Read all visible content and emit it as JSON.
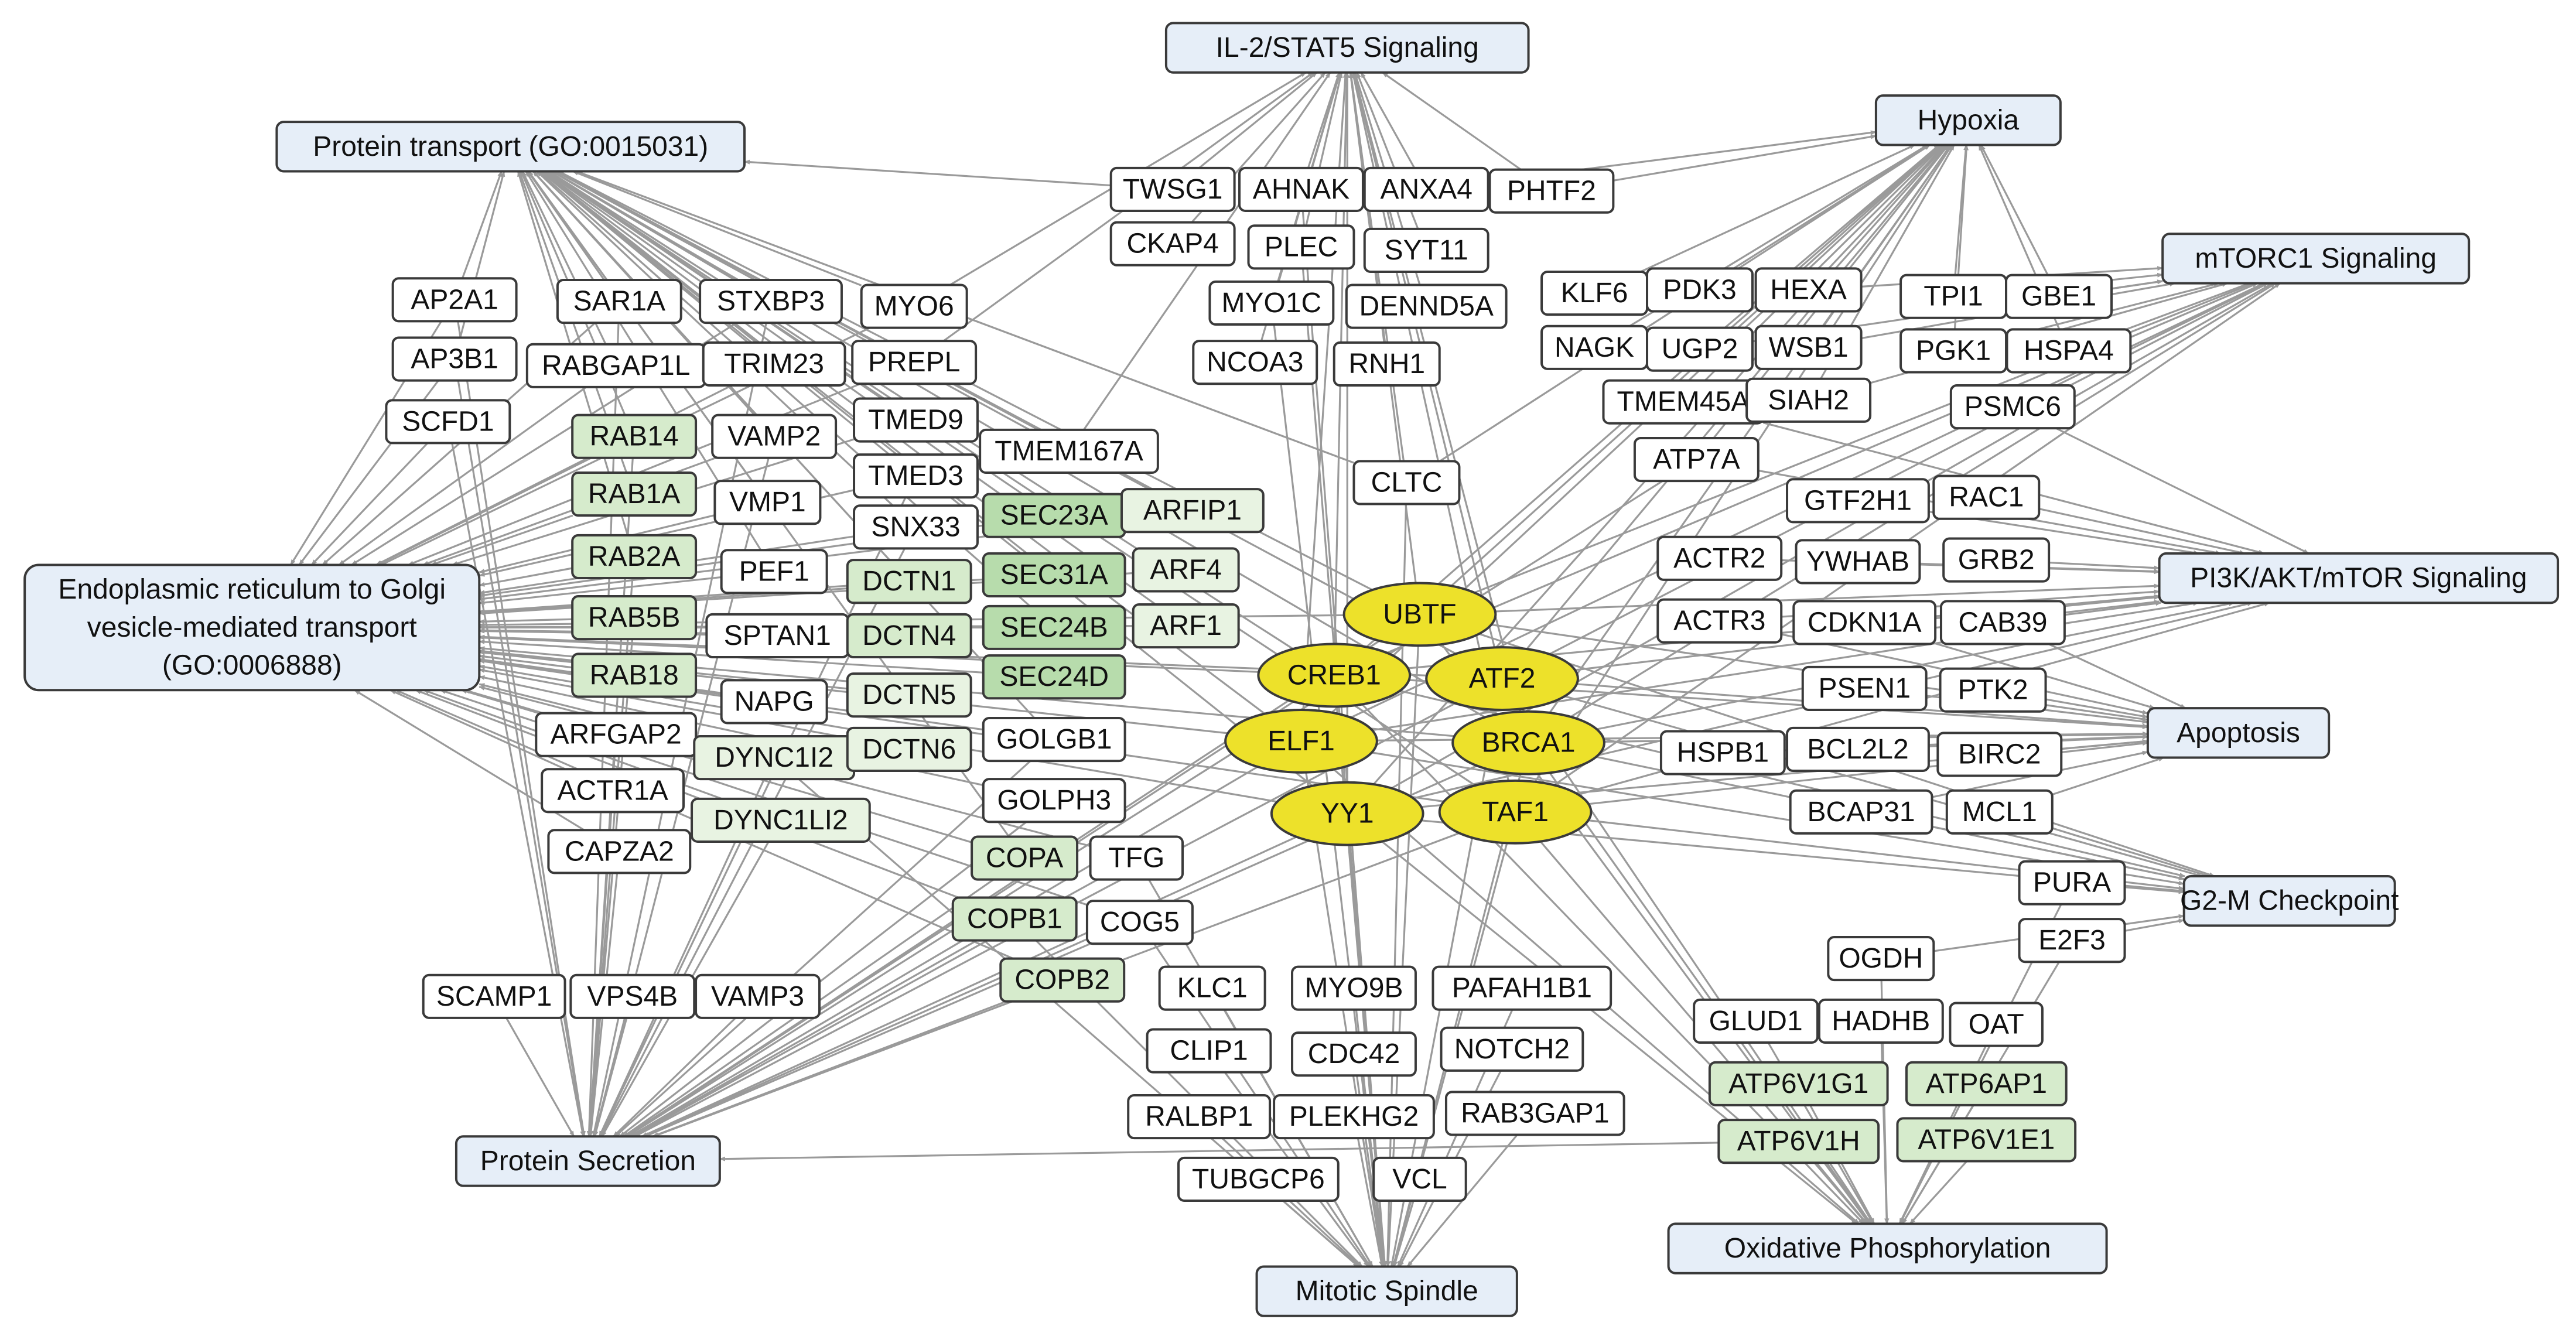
{
  "colors": {
    "edge": "#9a9a9a",
    "pathway_fill": "#e6eef8",
    "gene_white": "#ffffff",
    "gene_light_green": "#e8f3e2",
    "gene_green": "#d6ebcc",
    "gene_dark_green": "#b7dcac",
    "tf_fill": "#ede12a",
    "stroke": "#3a3a3a"
  },
  "pathways": [
    {
      "id": "il2",
      "lines": [
        "IL-2/STAT5 Signaling"
      ]
    },
    {
      "id": "prottrans",
      "lines": [
        "Protein transport (GO:0015031)"
      ]
    },
    {
      "id": "hypoxia",
      "lines": [
        "Hypoxia"
      ]
    },
    {
      "id": "mtorc1",
      "lines": [
        "mTORC1 Signaling"
      ]
    },
    {
      "id": "er",
      "lines": [
        "Endoplasmic reticulum to Golgi",
        "vesicle-mediated transport",
        "(GO:0006888)"
      ]
    },
    {
      "id": "pi3k",
      "lines": [
        "PI3K/AKT/mTOR  Signaling"
      ]
    },
    {
      "id": "apoptosis",
      "lines": [
        "Apoptosis"
      ]
    },
    {
      "id": "g2m",
      "lines": [
        "G2-M Checkpoint"
      ]
    },
    {
      "id": "secretion",
      "lines": [
        "Protein Secretion"
      ]
    },
    {
      "id": "mitotic",
      "lines": [
        "Mitotic Spindle"
      ]
    },
    {
      "id": "oxphos",
      "lines": [
        "Oxidative Phosphorylation"
      ]
    }
  ],
  "tfs": [
    "UBTF",
    "CREB1",
    "ATF2",
    "ELF1",
    "BRCA1",
    "YY1",
    "TAF1"
  ],
  "genes": [
    {
      "name": "AP2A1",
      "tone": "white"
    },
    {
      "name": "AP3B1",
      "tone": "white"
    },
    {
      "name": "SCFD1",
      "tone": "white"
    },
    {
      "name": "SAR1A",
      "tone": "white"
    },
    {
      "name": "STXBP3",
      "tone": "white"
    },
    {
      "name": "MYO6",
      "tone": "white"
    },
    {
      "name": "RABGAP1L",
      "tone": "white"
    },
    {
      "name": "TRIM23",
      "tone": "white"
    },
    {
      "name": "PREPL",
      "tone": "white"
    },
    {
      "name": "RAB14",
      "tone": "green"
    },
    {
      "name": "VAMP2",
      "tone": "white"
    },
    {
      "name": "TMED9",
      "tone": "white"
    },
    {
      "name": "TMEM167A",
      "tone": "white"
    },
    {
      "name": "RAB1A",
      "tone": "green"
    },
    {
      "name": "VMP1",
      "tone": "white"
    },
    {
      "name": "TMED3",
      "tone": "white"
    },
    {
      "name": "SNX33",
      "tone": "white"
    },
    {
      "name": "SEC23A",
      "tone": "dark"
    },
    {
      "name": "ARFIP1",
      "tone": "light"
    },
    {
      "name": "RAB2A",
      "tone": "green"
    },
    {
      "name": "PEF1",
      "tone": "white"
    },
    {
      "name": "DCTN1",
      "tone": "green"
    },
    {
      "name": "SEC31A",
      "tone": "dark"
    },
    {
      "name": "ARF4",
      "tone": "light"
    },
    {
      "name": "RAB5B",
      "tone": "green"
    },
    {
      "name": "SPTAN1",
      "tone": "white"
    },
    {
      "name": "DCTN4",
      "tone": "green"
    },
    {
      "name": "SEC24B",
      "tone": "dark"
    },
    {
      "name": "ARF1",
      "tone": "light"
    },
    {
      "name": "RAB18",
      "tone": "green"
    },
    {
      "name": "NAPG",
      "tone": "white"
    },
    {
      "name": "DCTN5",
      "tone": "light"
    },
    {
      "name": "SEC24D",
      "tone": "dark"
    },
    {
      "name": "ARFGAP2",
      "tone": "white"
    },
    {
      "name": "DYNC1I2",
      "tone": "light"
    },
    {
      "name": "DCTN6",
      "tone": "light"
    },
    {
      "name": "GOLGB1",
      "tone": "white"
    },
    {
      "name": "ACTR1A",
      "tone": "white"
    },
    {
      "name": "DYNC1LI2",
      "tone": "light"
    },
    {
      "name": "GOLPH3",
      "tone": "white"
    },
    {
      "name": "CAPZA2",
      "tone": "white"
    },
    {
      "name": "COPA",
      "tone": "green"
    },
    {
      "name": "TFG",
      "tone": "white"
    },
    {
      "name": "COPB1",
      "tone": "green"
    },
    {
      "name": "COG5",
      "tone": "white"
    },
    {
      "name": "COPB2",
      "tone": "green"
    },
    {
      "name": "SCAMP1",
      "tone": "white"
    },
    {
      "name": "VPS4B",
      "tone": "white"
    },
    {
      "name": "VAMP3",
      "tone": "white"
    },
    {
      "name": "TWSG1",
      "tone": "white"
    },
    {
      "name": "AHNAK",
      "tone": "white"
    },
    {
      "name": "ANXA4",
      "tone": "white"
    },
    {
      "name": "PHTF2",
      "tone": "white"
    },
    {
      "name": "CKAP4",
      "tone": "white"
    },
    {
      "name": "PLEC",
      "tone": "white"
    },
    {
      "name": "SYT11",
      "tone": "white"
    },
    {
      "name": "MYO1C",
      "tone": "white"
    },
    {
      "name": "DENND5A",
      "tone": "white"
    },
    {
      "name": "NCOA3",
      "tone": "white"
    },
    {
      "name": "RNH1",
      "tone": "white"
    },
    {
      "name": "CLTC",
      "tone": "white"
    },
    {
      "name": "KLF6",
      "tone": "white"
    },
    {
      "name": "PDK3",
      "tone": "white"
    },
    {
      "name": "HEXA",
      "tone": "white"
    },
    {
      "name": "NAGK",
      "tone": "white"
    },
    {
      "name": "UGP2",
      "tone": "white"
    },
    {
      "name": "WSB1",
      "tone": "white"
    },
    {
      "name": "TMEM45A",
      "tone": "white"
    },
    {
      "name": "SIAH2",
      "tone": "white"
    },
    {
      "name": "ATP7A",
      "tone": "white"
    },
    {
      "name": "TPI1",
      "tone": "white"
    },
    {
      "name": "GBE1",
      "tone": "white"
    },
    {
      "name": "PGK1",
      "tone": "white"
    },
    {
      "name": "HSPA4",
      "tone": "white"
    },
    {
      "name": "PSMC6",
      "tone": "white"
    },
    {
      "name": "GTF2H1",
      "tone": "white"
    },
    {
      "name": "RAC1",
      "tone": "white"
    },
    {
      "name": "ACTR2",
      "tone": "white"
    },
    {
      "name": "YWHAB",
      "tone": "white"
    },
    {
      "name": "GRB2",
      "tone": "white"
    },
    {
      "name": "ACTR3",
      "tone": "white"
    },
    {
      "name": "CDKN1A",
      "tone": "white"
    },
    {
      "name": "CAB39",
      "tone": "white"
    },
    {
      "name": "PSEN1",
      "tone": "white"
    },
    {
      "name": "PTK2",
      "tone": "white"
    },
    {
      "name": "HSPB1",
      "tone": "white"
    },
    {
      "name": "BCL2L2",
      "tone": "white"
    },
    {
      "name": "BIRC2",
      "tone": "white"
    },
    {
      "name": "BCAP31",
      "tone": "white"
    },
    {
      "name": "MCL1",
      "tone": "white"
    },
    {
      "name": "PURA",
      "tone": "white"
    },
    {
      "name": "E2F3",
      "tone": "white"
    },
    {
      "name": "OGDH",
      "tone": "white"
    },
    {
      "name": "GLUD1",
      "tone": "white"
    },
    {
      "name": "HADHB",
      "tone": "white"
    },
    {
      "name": "OAT",
      "tone": "white"
    },
    {
      "name": "ATP6V1G1",
      "tone": "green"
    },
    {
      "name": "ATP6AP1",
      "tone": "green"
    },
    {
      "name": "ATP6V1H",
      "tone": "green"
    },
    {
      "name": "ATP6V1E1",
      "tone": "green"
    },
    {
      "name": "KLC1",
      "tone": "white"
    },
    {
      "name": "MYO9B",
      "tone": "white"
    },
    {
      "name": "PAFAH1B1",
      "tone": "white"
    },
    {
      "name": "CLIP1",
      "tone": "white"
    },
    {
      "name": "CDC42",
      "tone": "white"
    },
    {
      "name": "NOTCH2",
      "tone": "white"
    },
    {
      "name": "RALBP1",
      "tone": "white"
    },
    {
      "name": "PLEKHG2",
      "tone": "white"
    },
    {
      "name": "RAB3GAP1",
      "tone": "white"
    },
    {
      "name": "TUBGCP6",
      "tone": "white"
    },
    {
      "name": "VCL",
      "tone": "white"
    }
  ]
}
